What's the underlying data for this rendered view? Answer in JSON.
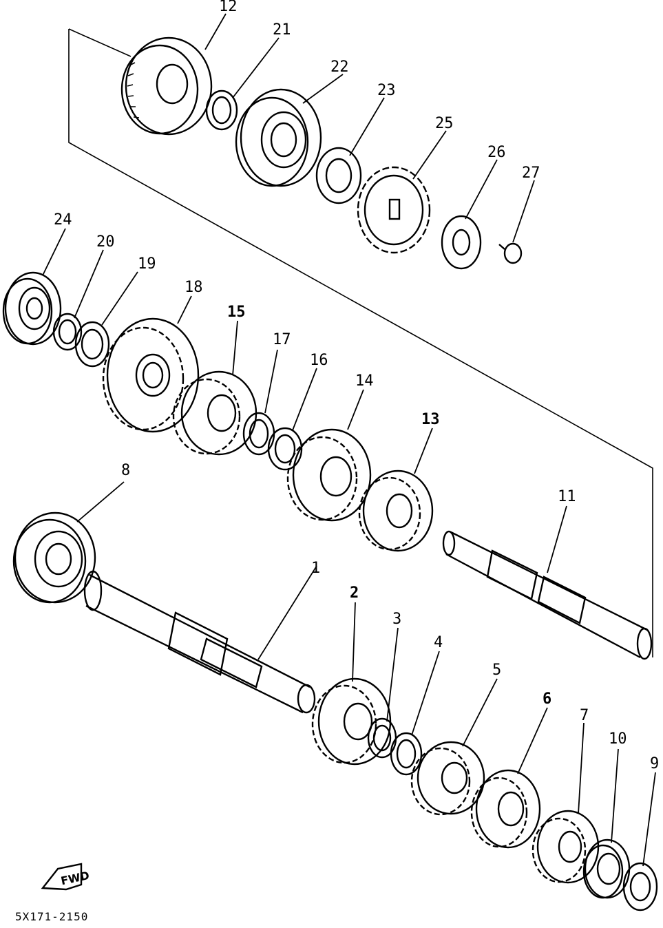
{
  "diagram": {
    "drawing_code": "5X171-2150",
    "fwd_marker": "FWD",
    "callouts": {
      "c1": "1",
      "c2": "2",
      "c3": "3",
      "c4": "4",
      "c5": "5",
      "c6": "6",
      "c7": "7",
      "c8": "8",
      "c9": "9",
      "c10": "10",
      "c11": "11",
      "c12": "12",
      "c13": "13",
      "c14": "14",
      "c15": "15",
      "c16": "16",
      "c17": "17",
      "c18": "18",
      "c19": "19",
      "c20": "20",
      "c21": "21",
      "c22": "22",
      "c23": "23",
      "c24": "24",
      "c25": "25",
      "c26": "26",
      "c27": "27"
    }
  }
}
